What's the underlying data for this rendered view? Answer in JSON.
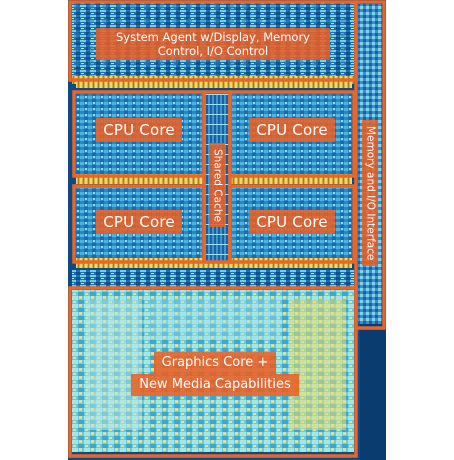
{
  "colors": {
    "outline": "#e8662a",
    "label_bg": "#ea6024",
    "label_text": "#ffffff",
    "die_dark": "#0d3a6e",
    "die_mid": "#1f78b8",
    "die_light": "#5cc6e6",
    "die_cyan": "#8ee0f0",
    "gold": "#d9b640",
    "yellow": "#f2de6a"
  },
  "regions": {
    "system_agent": "System Agent w/Display, Memory Control, I/O Control",
    "cpu_core_1": "CPU Core",
    "cpu_core_2": "CPU Core",
    "cpu_core_3": "CPU Core",
    "cpu_core_4": "CPU Core",
    "shared_cache": "Shared Cache",
    "memory_io": "Memory and I/O Interface",
    "graphics_line1": "Graphics Core +",
    "graphics_line2": "New Media Capabilities"
  }
}
